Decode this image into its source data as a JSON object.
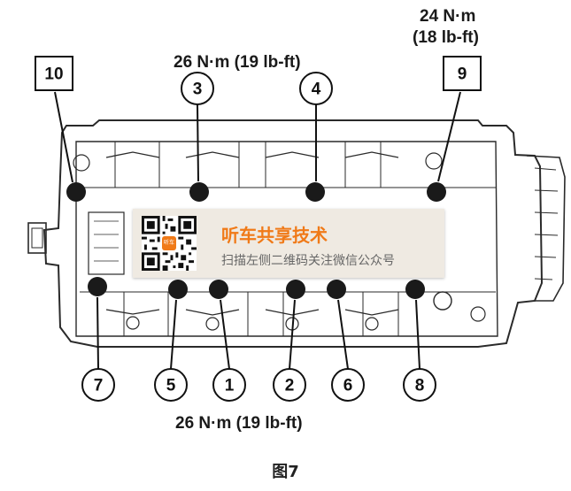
{
  "torque_top_right": {
    "line1": "24 N·m",
    "line2": "(18 lb-ft)"
  },
  "torque_top": "26 N·m (19 lb-ft)",
  "torque_bottom": "26 N·m (19 lb-ft)",
  "bolt_labels": {
    "b1": "1",
    "b2": "2",
    "b3": "3",
    "b4": "4",
    "b5": "5",
    "b6": "6",
    "b7": "7",
    "b8": "8",
    "b9": "9",
    "b10": "10"
  },
  "overlay": {
    "qr_logo": "听车",
    "title": "听车共享技术",
    "subtitle": "扫描左侧二维码关注微信公众号"
  },
  "caption": "图7",
  "colors": {
    "accent": "#f07a18",
    "line": "#2a2a2a",
    "bolt": "#1a1a1a"
  }
}
